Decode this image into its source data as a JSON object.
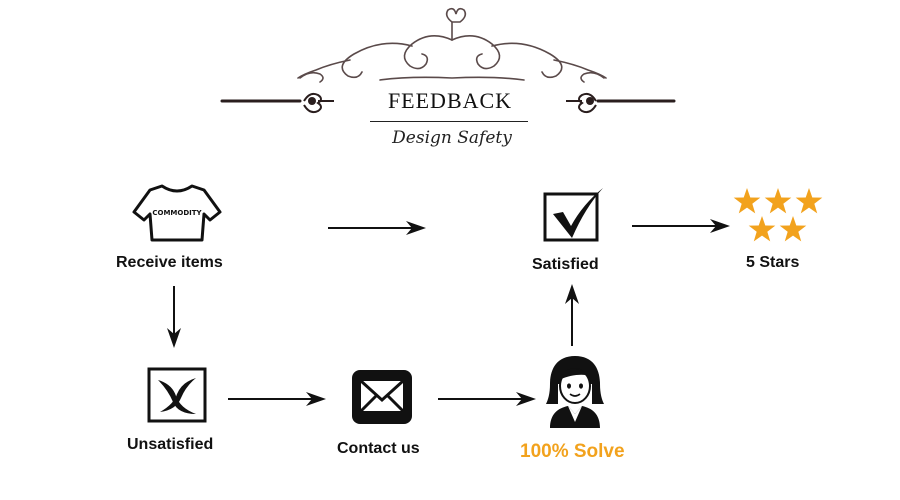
{
  "header": {
    "title": "FEEDBACK",
    "subtitle": "Design Safety"
  },
  "steps": {
    "receive": {
      "label": "Receive items",
      "icon": "tshirt-icon",
      "icon_text": "COMMODITY"
    },
    "satisfied": {
      "label": "Satisfied",
      "icon": "checkbox-check-icon"
    },
    "stars": {
      "label": "5 Stars",
      "icon": "five-stars-icon",
      "count": 5
    },
    "unsatisfied": {
      "label": "Unsatisfied",
      "icon": "checkbox-x-icon"
    },
    "contact": {
      "label": "Contact us",
      "icon": "envelope-icon"
    },
    "solve": {
      "label": "100% Solve",
      "icon": "support-agent-icon"
    }
  },
  "colors": {
    "accent": "#f2a21d",
    "ink": "#111111"
  }
}
